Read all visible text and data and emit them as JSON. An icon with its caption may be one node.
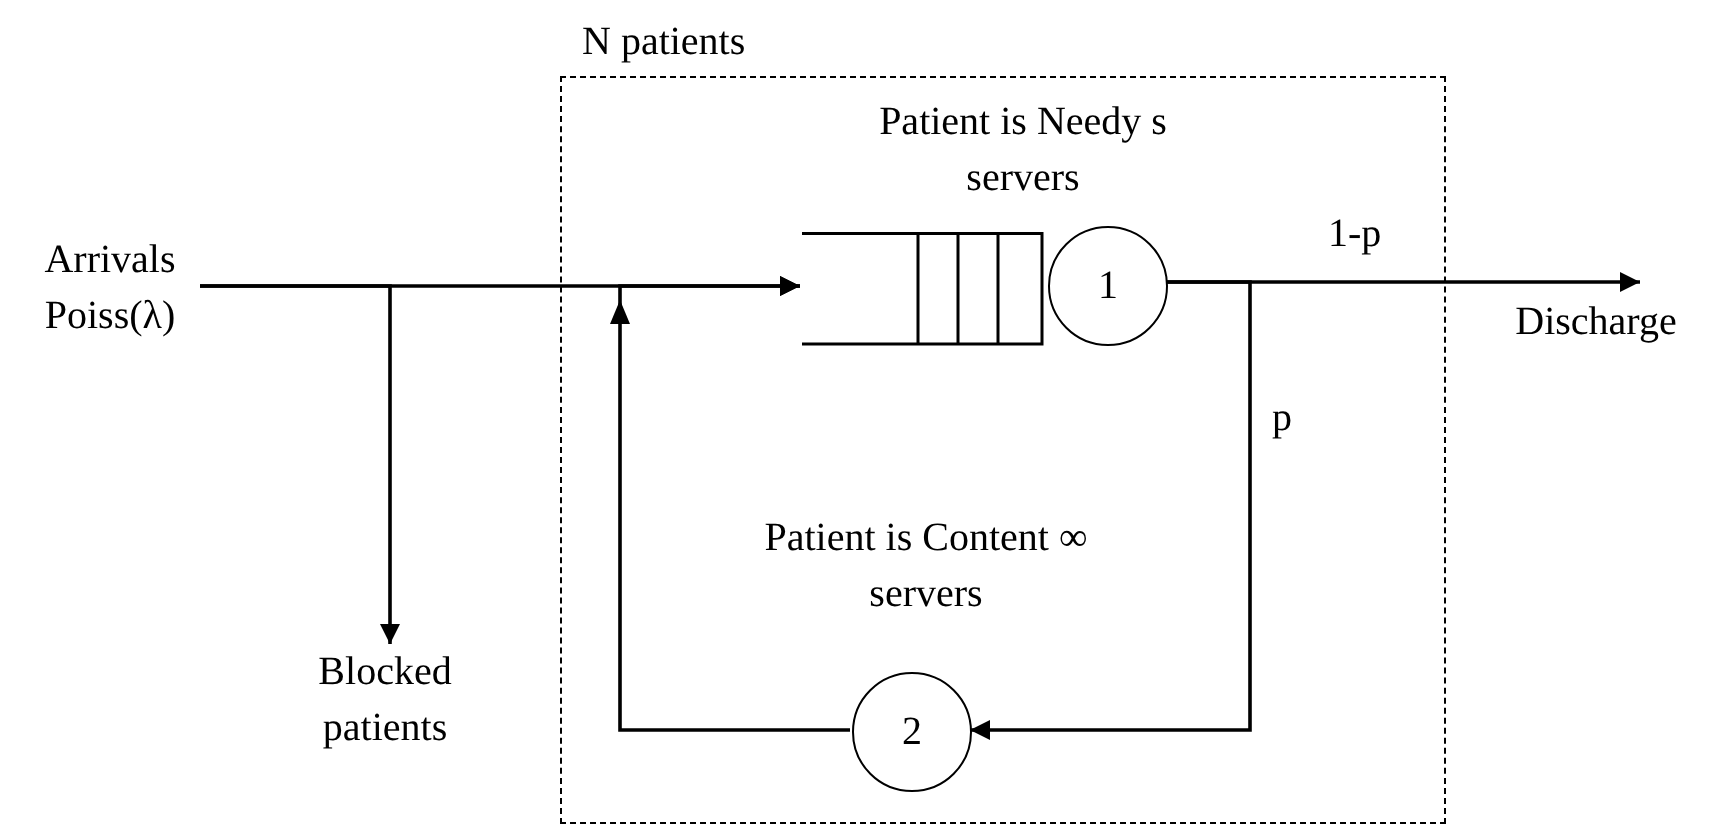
{
  "diagram": {
    "nodes": [
      {
        "text": [
          "Arrivals Poiss(λ)"
        ]
      },
      {
        "text": [
          "N patients"
        ]
      },
      {
        "text": [],
        "shape": "box",
        "in": 1
      },
      {
        "text": [
          "1"
        ],
        "in": 1,
        "beside": [
          "Patient is Needy s servers"
        ]
      },
      {
        "text": [
          "Discharge"
        ]
      },
      {
        "text": [
          "2"
        ],
        "in": 1,
        "beside": [
          "Patient is Content ∞ servers"
        ]
      },
      {
        "text": [
          "Blocked patients"
        ]
      }
    ],
    "edges": [
      {
        "from": 0,
        "to": 2,
        "arrow": "to"
      },
      {
        "from": 0,
        "to": 6,
        "arrow": "to"
      },
      {
        "from": 5,
        "to": 2,
        "arrow": "to"
      },
      {
        "from": 3,
        "to": 4,
        "label": "1-p",
        "arrow": "to"
      },
      {
        "from": 3,
        "to": 5,
        "label": "p",
        "arrow": "to"
      }
    ]
  }
}
